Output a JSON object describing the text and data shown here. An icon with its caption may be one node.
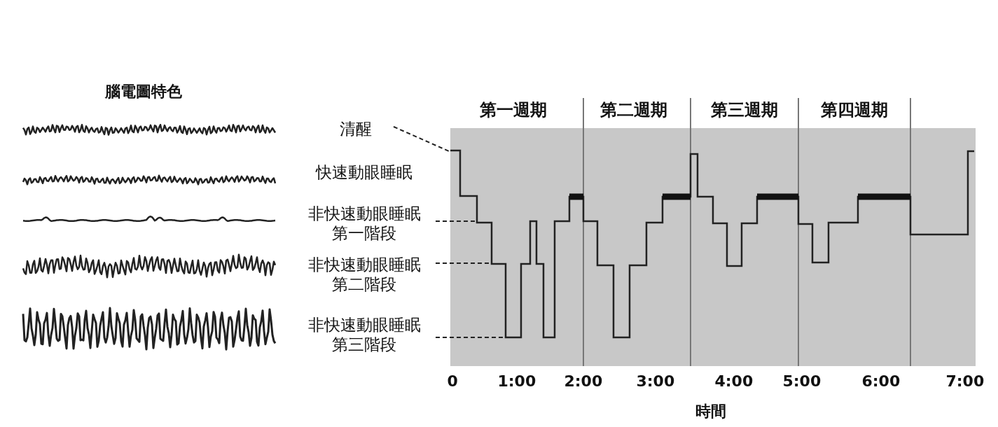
{
  "diagram": {
    "nodes": [
      {
        "text": [
          "清醒"
        ]
      },
      {
        "text": [
          "非快速動眼睡眠第一階段"
        ]
      },
      {
        "text": [
          "非快速動眼睡眠第二階段"
        ]
      },
      {
        "text": [
          "非快速動眼睡眠第三階段"
        ]
      }
    ],
    "edges": [
      {
        "from": 0,
        "to": null,
        "arrow": "none",
        "style": "dashed"
      },
      {
        "from": 1,
        "to": null,
        "arrow": "none",
        "style": "dashed"
      },
      {
        "from": 2,
        "to": null,
        "arrow": "none",
        "style": "dashed"
      },
      {
        "from": 3,
        "to": null,
        "arrow": "none",
        "style": "dashed"
      }
    ],
    "labels": [
      "腦電圖特色",
      "第一週期",
      "第二週期",
      "第三週期",
      "第四週期",
      "快速動眼睡眠",
      "0",
      "1:00",
      "2:00",
      "3:00",
      "4:00",
      "5:00",
      "6:00",
      "7:00",
      "時間"
    ]
  }
}
